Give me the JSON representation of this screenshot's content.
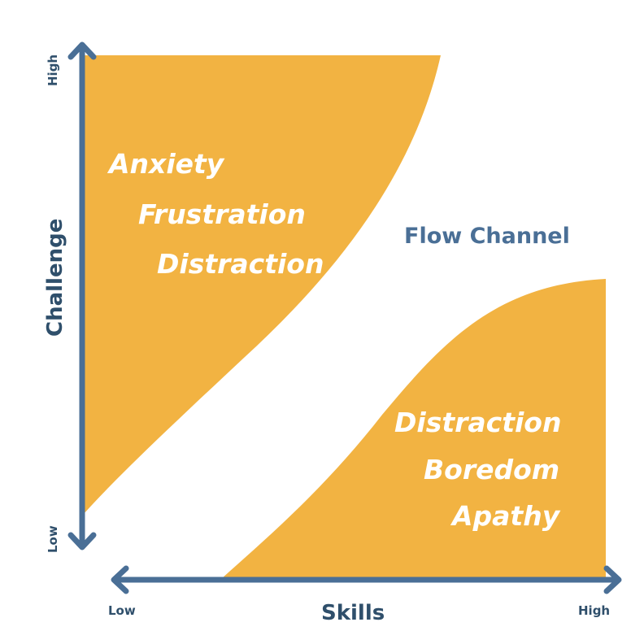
{
  "colors": {
    "region_fill": "#f2b342",
    "axis": "#4a6f96",
    "flow_text": "#4a6f96",
    "axis_text": "#2f4f6b",
    "region_text": "#ffffff"
  },
  "axes": {
    "x_title": "Skills",
    "x_low": "Low",
    "x_high": "High",
    "y_title": "Challenge",
    "y_low": "Low",
    "y_high": "High"
  },
  "regions": {
    "upper": {
      "labels": [
        "Anxiety",
        "Frustration",
        "Distraction"
      ]
    },
    "channel": {
      "label": "Flow Channel"
    },
    "lower": {
      "labels": [
        "Distraction",
        "Boredom",
        "Apathy"
      ]
    }
  }
}
